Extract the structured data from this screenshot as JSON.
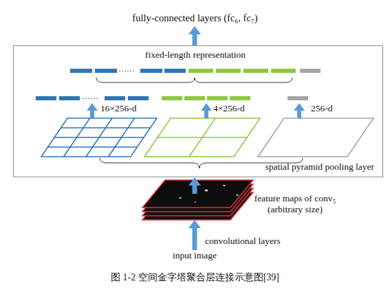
{
  "diagram": {
    "caption": "图 1-2 空间金字塔聚合层连接示意图[39]",
    "nodes": [
      {
        "text": [
          "fully-connected layers (fc₆, fc₇)"
        ]
      },
      {
        "text": [
          "spatial pyramid pooling layer"
        ]
      },
      {
        "text": [
          "fixed-length representation"
        ],
        "in": 1
      },
      {
        "text": [
          "16×256-d"
        ],
        "in": 1
      },
      {
        "text": [
          "4×256-d"
        ],
        "in": 1
      },
      {
        "text": [
          "256-d"
        ],
        "in": 1
      },
      {
        "text": [
          "feature maps of conv₅ (arbitrary size)"
        ]
      },
      {
        "text": [
          "input image"
        ]
      }
    ],
    "edges": [
      {
        "from": 1,
        "to": 0,
        "arrow": "to"
      },
      {
        "from": 6,
        "to": 1,
        "arrow": "to"
      },
      {
        "from": 7,
        "to": 6,
        "arrow": "to",
        "label": "convolutional layers"
      }
    ],
    "labels": [
      "……",
      "……"
    ]
  }
}
